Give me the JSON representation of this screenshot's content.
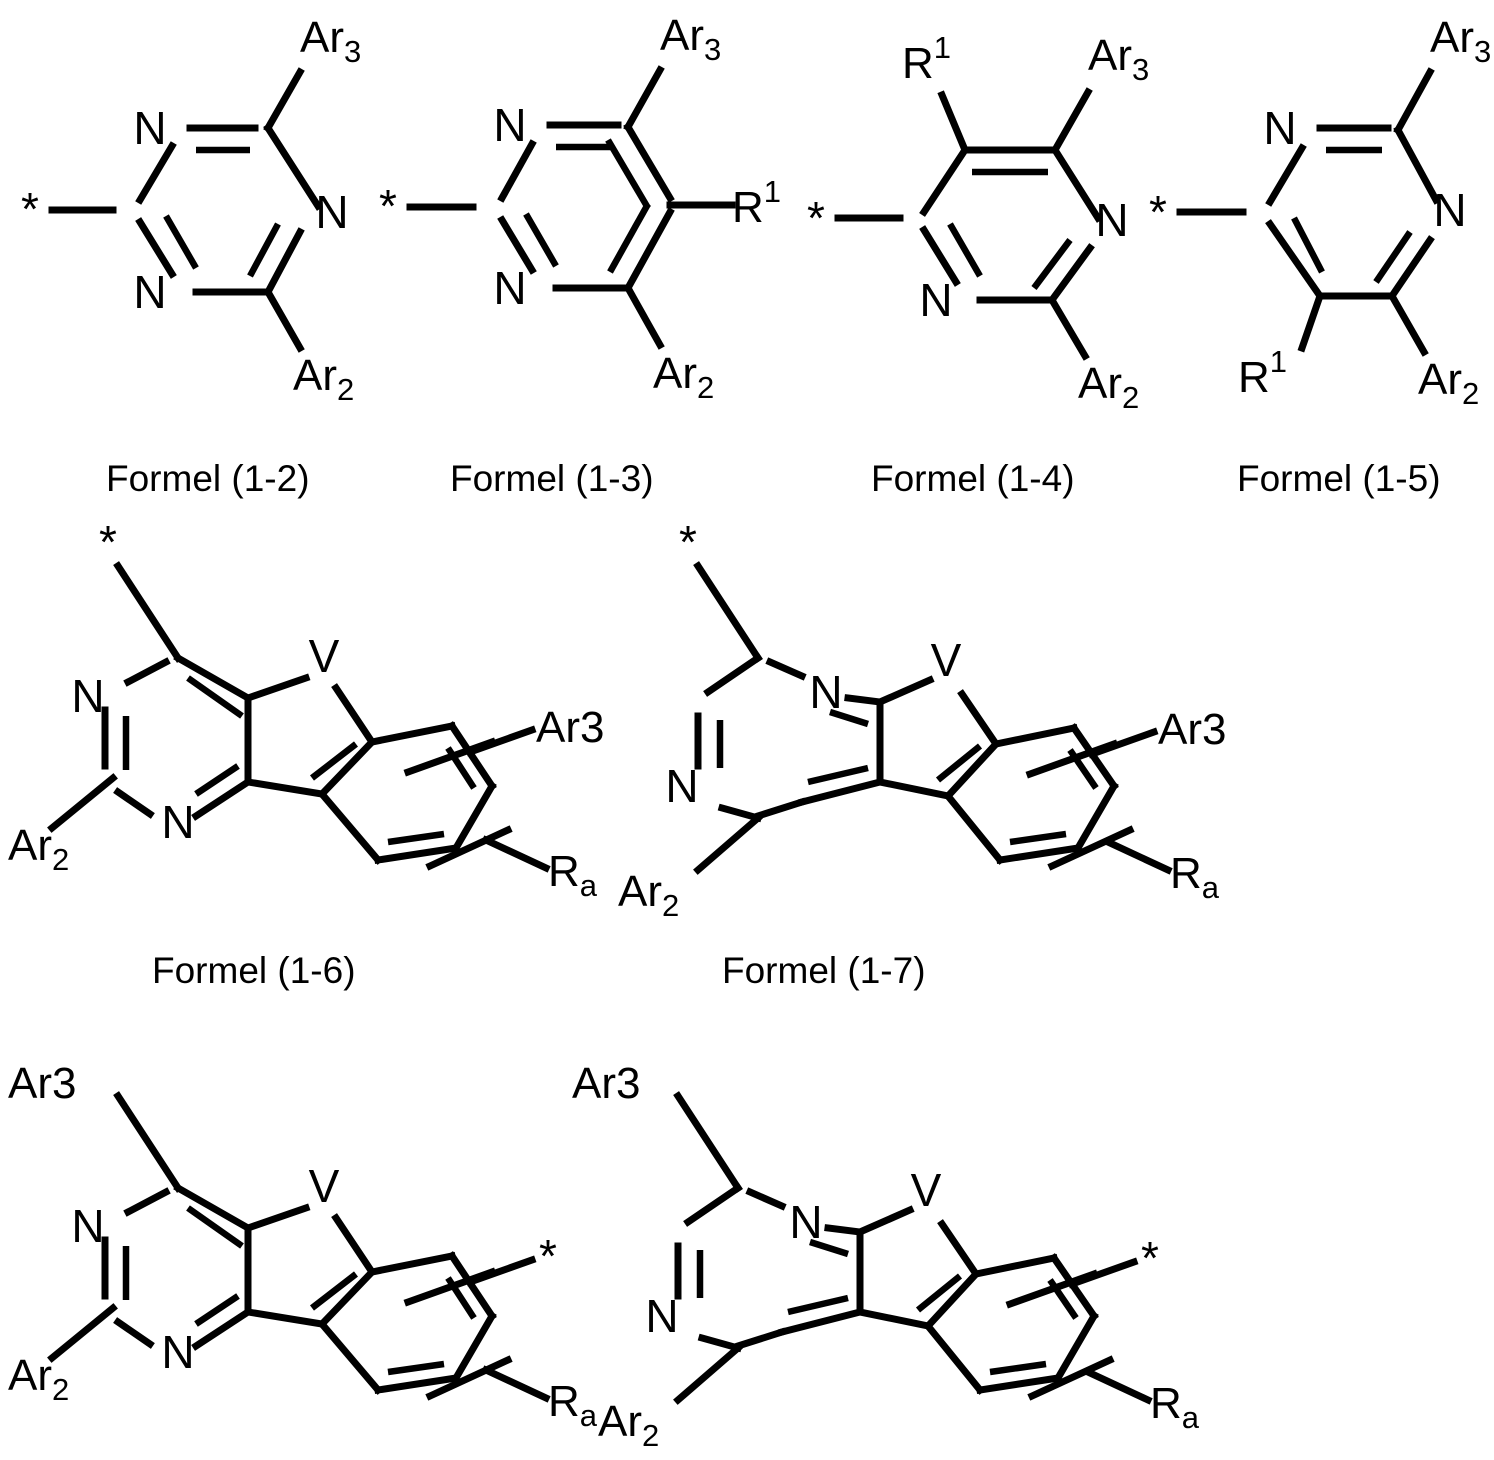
{
  "document": {
    "kind": "chemical-structure-figure",
    "language": "de",
    "background_color": "#ffffff",
    "line_color": "#000000"
  },
  "labels": {
    "ar2": "Ar",
    "ar2_sub": "2",
    "ar3": "Ar",
    "ar3_sub": "3",
    "ar3_flat": "Ar3",
    "r1": "R",
    "r1_sup": "1",
    "ra": "R",
    "ra_sub": "a",
    "nitrogen": "N",
    "v_atom": "V",
    "asterisk": "*"
  },
  "formulas": [
    {
      "id": "formel-1-2",
      "caption": "Formel (1-2)",
      "ring": "1,3,5-triazine",
      "substituents": [
        {
          "position": "top-right",
          "label": "Ar3"
        },
        {
          "position": "bottom-right",
          "label": "Ar2"
        },
        {
          "position": "left",
          "label": "*"
        }
      ],
      "heteroatoms": [
        "N top-left",
        "N right",
        "N bottom-left"
      ]
    },
    {
      "id": "formel-1-3",
      "caption": "Formel (1-3)",
      "ring": "pyrimidine",
      "substituents": [
        {
          "position": "top-right",
          "label": "Ar3"
        },
        {
          "position": "right",
          "label": "R1"
        },
        {
          "position": "bottom-right",
          "label": "Ar2"
        },
        {
          "position": "left",
          "label": "*"
        }
      ],
      "heteroatoms": [
        "N top-left",
        "N bottom-left"
      ]
    },
    {
      "id": "formel-1-4",
      "caption": "Formel (1-4)",
      "ring": "pyrimidine",
      "substituents": [
        {
          "position": "top-left",
          "label": "R1"
        },
        {
          "position": "top-right",
          "label": "Ar3"
        },
        {
          "position": "bottom-right",
          "label": "Ar2"
        },
        {
          "position": "left",
          "label": "*"
        }
      ],
      "heteroatoms": [
        "N right",
        "N bottom-left"
      ]
    },
    {
      "id": "formel-1-5",
      "caption": "Formel (1-5)",
      "ring": "pyrimidine",
      "substituents": [
        {
          "position": "top-right",
          "label": "Ar3"
        },
        {
          "position": "bottom-left",
          "label": "R1"
        },
        {
          "position": "bottom-right",
          "label": "Ar2"
        },
        {
          "position": "left",
          "label": "*"
        }
      ],
      "heteroatoms": [
        "N top-left",
        "N right"
      ]
    },
    {
      "id": "formel-1-6",
      "caption": "Formel (1-6)",
      "ring": "tricyclic pyrimidine-fused-V-benzo",
      "substituents": [
        {
          "position": "ring-top",
          "label": "*"
        },
        {
          "position": "ring-left",
          "label": "Ar2"
        },
        {
          "position": "benzo-upper-right",
          "label": "Ar3"
        },
        {
          "position": "benzo-lower-right",
          "label": "Ra"
        },
        {
          "position": "five-ring-apex",
          "label": "V"
        }
      ],
      "heteroatoms": [
        "N upper-left",
        "N lower-middle"
      ]
    },
    {
      "id": "formel-1-7",
      "caption": "Formel (1-7)",
      "ring": "tricyclic pyrazine-fused-V-benzo",
      "substituents": [
        {
          "position": "ring-upper-left",
          "label": "*"
        },
        {
          "position": "ring-lower-left",
          "label": "Ar2"
        },
        {
          "position": "benzo-upper-right",
          "label": "Ar3"
        },
        {
          "position": "benzo-lower-right",
          "label": "Ra"
        },
        {
          "position": "five-ring-apex",
          "label": "V"
        }
      ],
      "heteroatoms": [
        "N top-middle",
        "N lower-left"
      ]
    },
    {
      "id": "formel-1-8",
      "caption": "",
      "ring": "tricyclic pyrimidine-fused-V-benzo",
      "substituents": [
        {
          "position": "ring-top",
          "label": "Ar3"
        },
        {
          "position": "ring-left",
          "label": "Ar2"
        },
        {
          "position": "benzo-upper-right",
          "label": "*"
        },
        {
          "position": "benzo-lower-right",
          "label": "Ra"
        },
        {
          "position": "five-ring-apex",
          "label": "V"
        }
      ],
      "heteroatoms": [
        "N upper-left",
        "N lower-middle"
      ]
    },
    {
      "id": "formel-1-9",
      "caption": "",
      "ring": "tricyclic pyrazine-fused-V-benzo",
      "substituents": [
        {
          "position": "ring-upper-left",
          "label": "Ar3"
        },
        {
          "position": "ring-lower-left",
          "label": "Ar2"
        },
        {
          "position": "benzo-upper-right",
          "label": "*"
        },
        {
          "position": "benzo-lower-right",
          "label": "Ra"
        },
        {
          "position": "five-ring-apex",
          "label": "V"
        }
      ],
      "heteroatoms": [
        "N top-middle",
        "N lower-left"
      ]
    }
  ],
  "captions": {
    "c12": "Formel (1-2)",
    "c13": "Formel (1-3)",
    "c14": "Formel (1-4)",
    "c15": "Formel (1-5)",
    "c16": "Formel (1-6)",
    "c17": "Formel (1-7)"
  }
}
